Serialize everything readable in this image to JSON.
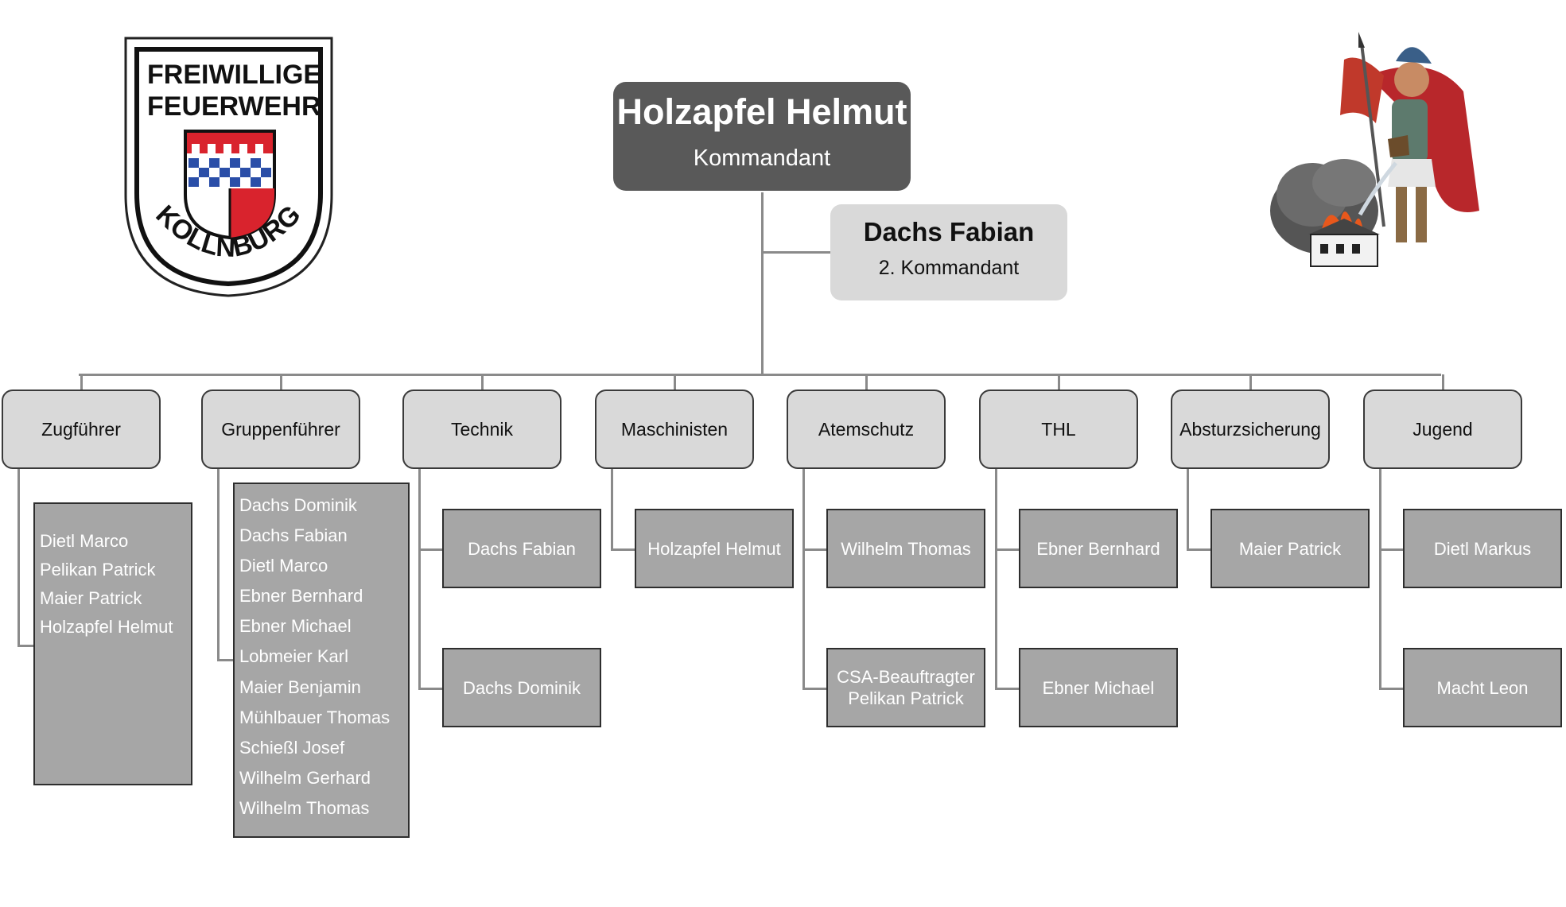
{
  "logo": {
    "line1": "FREIWILLIGE",
    "line2": "FEUERWEHR",
    "town": "KOLLNBURG"
  },
  "mascot": {
    "icon": "saint-florian-icon"
  },
  "commander": {
    "name": "Holzapfel Helmut",
    "role": "Kommandant"
  },
  "deputy": {
    "name": "Dachs Fabian",
    "role": "2. Kommandant"
  },
  "categories": [
    {
      "label": "Zugführer",
      "members": [
        "Dietl Marco",
        "Pelikan Patrick",
        "Maier Patrick",
        "Holzapfel Helmut"
      ]
    },
    {
      "label": "Gruppenführer",
      "members": [
        "Dachs Dominik",
        "Dachs Fabian",
        "Dietl Marco",
        "Ebner Bernhard",
        "Ebner Michael",
        "Lobmeier Karl",
        "Maier Benjamin",
        "Mühlbauer Thomas",
        "Schießl Josef",
        "Wilhelm Gerhard",
        "Wilhelm Thomas"
      ]
    },
    {
      "label": "Technik",
      "members": [
        "Dachs Fabian",
        "Dachs Dominik"
      ]
    },
    {
      "label": "Maschinisten",
      "members": [
        "Holzapfel Helmut"
      ]
    },
    {
      "label": "Atemschutz",
      "members": [
        "Wilhelm Thomas"
      ],
      "extra": {
        "line1": "CSA-Beauftragter",
        "line2": "Pelikan Patrick"
      }
    },
    {
      "label": "THL",
      "members": [
        "Ebner Bernhard",
        "Ebner Michael"
      ]
    },
    {
      "label": "Absturzsicherung",
      "members": [
        "Maier Patrick"
      ]
    },
    {
      "label": "Jugend",
      "members": [
        "Dietl Markus",
        "Macht Leon"
      ]
    }
  ],
  "colors": {
    "chief_bg": "#595959",
    "deputy_bg": "#d9d9d9",
    "category_bg": "#d9d9d9",
    "member_bg": "#a6a6a6",
    "connector": "#8a8a8a"
  }
}
